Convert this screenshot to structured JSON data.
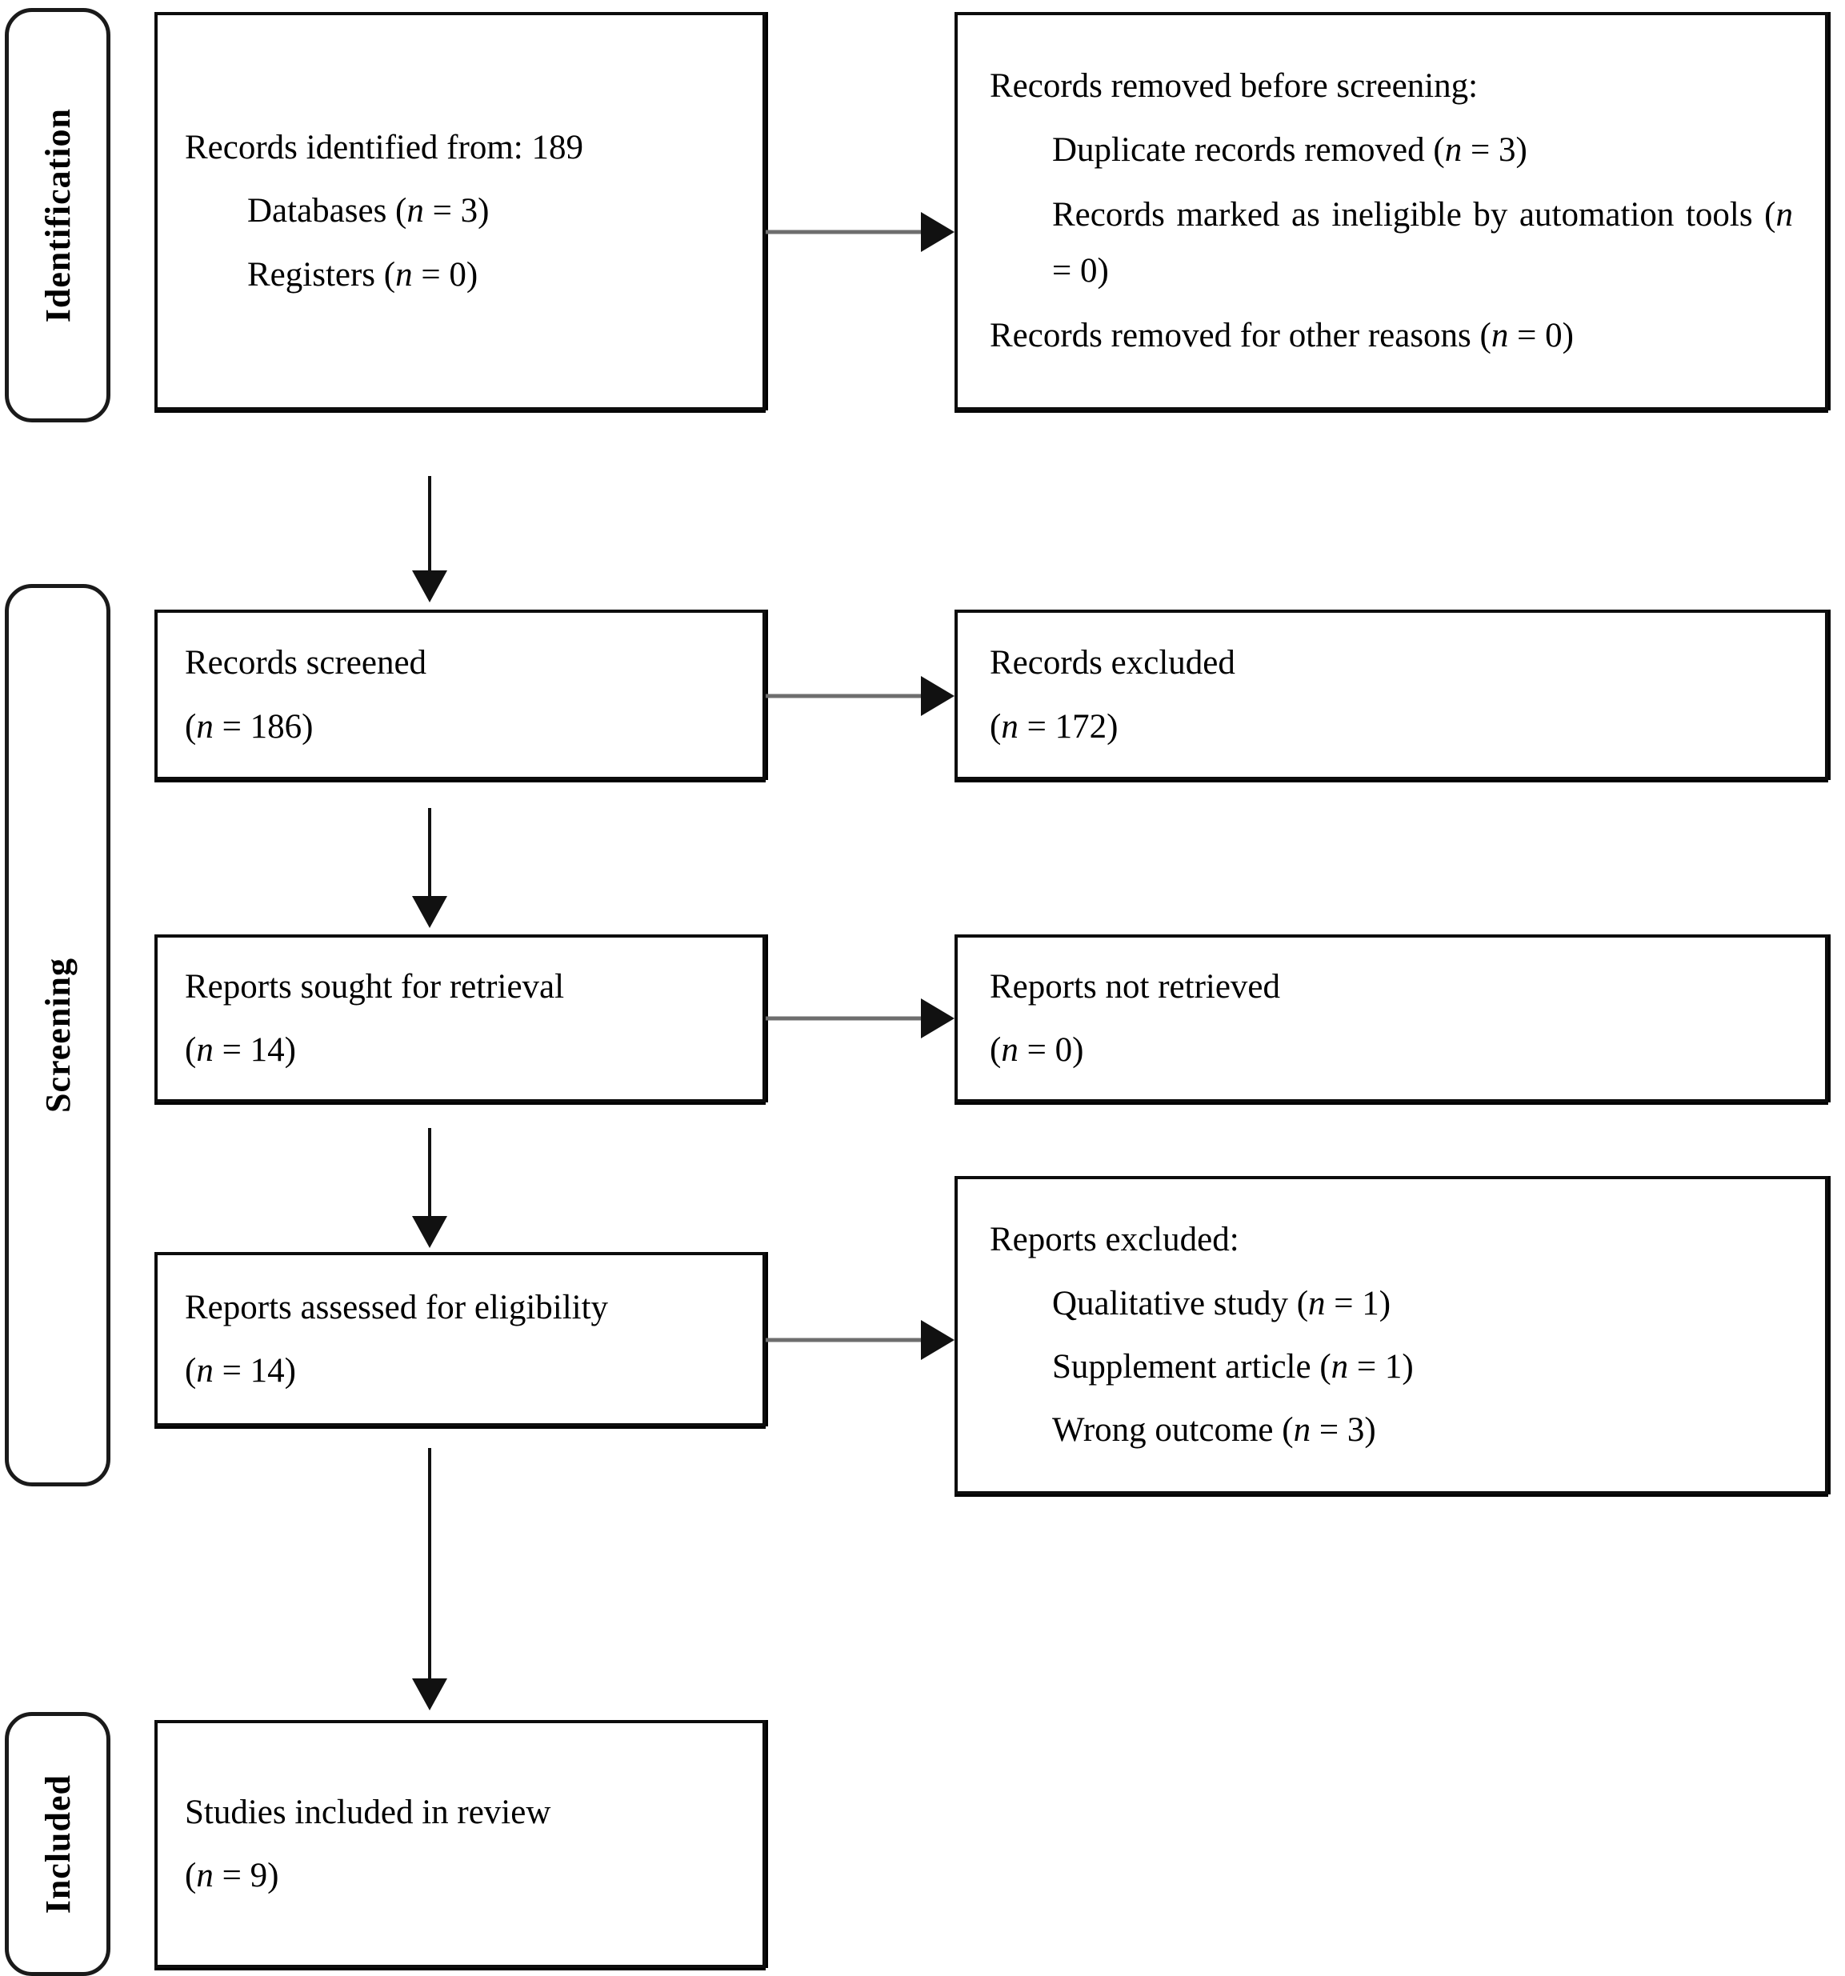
{
  "diagram": {
    "title": "PRISMA flow diagram",
    "stage_colors": {
      "box_border": "#0d0d0d",
      "sidebar_border": "#1a1a1a",
      "arrow_line": "#6e6e6e",
      "arrow_head": "#111111",
      "background": "#ffffff"
    },
    "stages": [
      {
        "key": "identification",
        "label": "Identification"
      },
      {
        "key": "screening",
        "label": "Screening"
      },
      {
        "key": "included",
        "label": "Included"
      }
    ],
    "boxes": {
      "identified": {
        "name": "records-identified",
        "lines": [
          {
            "text": "Records identified from: 189",
            "indent": false
          },
          {
            "text": "Databases (n = 3)",
            "indent": true
          },
          {
            "text": "Registers (n = 0)",
            "indent": true
          }
        ]
      },
      "removed_before_screening": {
        "name": "records-removed-before-screening",
        "lines": [
          {
            "text": "Records removed before screening:",
            "indent": false
          },
          {
            "text": "Duplicate records removed (n = 3)",
            "indent": true
          },
          {
            "text": "Records marked as ineligible by automation tools (n = 0)",
            "indent": true,
            "wrap": true
          },
          {
            "text": "Records removed for other reasons (n = 0)",
            "indent": true
          }
        ]
      },
      "screened": {
        "name": "records-screened",
        "lines": [
          {
            "text": "Records screened",
            "indent": false
          },
          {
            "text": "(n = 186)",
            "indent": false
          }
        ]
      },
      "excluded": {
        "name": "records-excluded",
        "lines": [
          {
            "text": "Records excluded",
            "indent": false
          },
          {
            "text": "(n = 172)",
            "indent": false
          }
        ]
      },
      "sought": {
        "name": "reports-sought-for-retrieval",
        "lines": [
          {
            "text": "Reports sought for retrieval",
            "indent": false
          },
          {
            "text": "(n = 14)",
            "indent": false
          }
        ]
      },
      "not_retrieved": {
        "name": "reports-not-retrieved",
        "lines": [
          {
            "text": "Reports not retrieved",
            "indent": false
          },
          {
            "text": "(n = 0)",
            "indent": false
          }
        ]
      },
      "assessed": {
        "name": "reports-assessed-for-eligibility",
        "lines": [
          {
            "text": "Reports assessed for eligibility",
            "indent": false
          },
          {
            "text": "(n = 14)",
            "indent": false
          }
        ]
      },
      "reports_excluded": {
        "name": "reports-excluded",
        "lines": [
          {
            "text": "Reports excluded:",
            "indent": false
          },
          {
            "text": "Qualitative study (n = 1)",
            "indent": true
          },
          {
            "text": "Supplement article (n = 1)",
            "indent": true
          },
          {
            "text": "Wrong outcome (n = 3)",
            "indent": true
          }
        ]
      },
      "included_studies": {
        "name": "studies-included-in-review",
        "lines": [
          {
            "text": "Studies included in review",
            "indent": false
          },
          {
            "text": "(n = 9)",
            "indent": false
          }
        ]
      }
    },
    "counts": {
      "records_identified_total": 189,
      "databases": 3,
      "registers": 0,
      "duplicates_removed": 3,
      "ineligible_automation": 0,
      "removed_other_reasons": 0,
      "records_screened": 186,
      "records_excluded": 172,
      "reports_sought": 14,
      "reports_not_retrieved": 0,
      "reports_assessed": 14,
      "excluded_qualitative_study": 1,
      "excluded_supplement_article": 1,
      "excluded_wrong_outcome": 3,
      "studies_included": 9
    }
  }
}
